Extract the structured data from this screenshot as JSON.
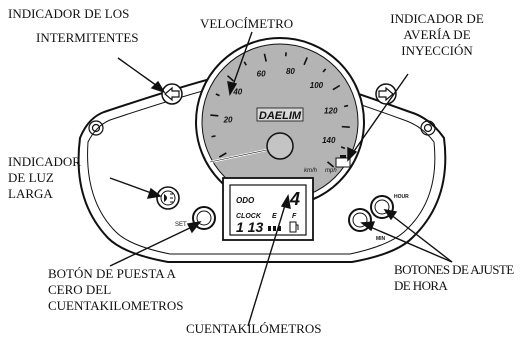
{
  "labels": {
    "turn_indicator": [
      "INDICADOR DE LOS",
      "INTERMITENTES"
    ],
    "speedometer": "VELOCÍMETRO",
    "injection_fault": [
      "INDICADOR DE",
      "AVERÍA DE",
      "INYECCIÓN"
    ],
    "high_beam": [
      "INDICADOR",
      "DE LUZ",
      "LARGA"
    ],
    "odometer_reset": [
      "BOTÓN DE PUESTA A",
      "CERO DEL",
      "CUENTAKILOMETROS"
    ],
    "clock_buttons": [
      "BOTONES DE AJUSTE",
      "DE HORA"
    ],
    "odometer": "CUENTAKILÓMETROS"
  },
  "dial": {
    "brand": "DAELIM",
    "ticks": [
      "20",
      "40",
      "60",
      "80",
      "100",
      "120",
      "140"
    ],
    "unit_left": "km/h",
    "unit_right": "mph"
  },
  "lcd": {
    "odo_label": "ODO",
    "odo_value": "4",
    "clock_label": "CLOCK",
    "fuel_e": "E",
    "fuel_f": "F",
    "clock_value": "1 13"
  },
  "buttons": {
    "set": "SET",
    "hour": "HOUR",
    "min": "MIN"
  }
}
